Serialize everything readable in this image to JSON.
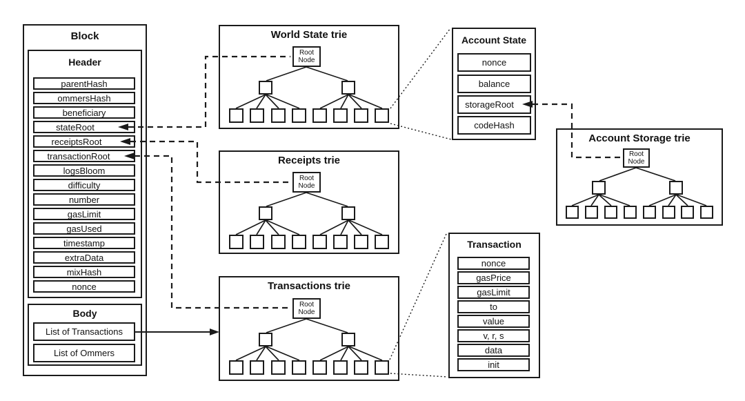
{
  "block": {
    "title": "Block",
    "header": {
      "title": "Header",
      "fields": [
        "parentHash",
        "ommersHash",
        "beneficiary",
        "stateRoot",
        "receiptsRoot",
        "transactionRoot",
        "logsBloom",
        "difficulty",
        "number",
        "gasLimit",
        "gasUsed",
        "timestamp",
        "extraData",
        "mixHash",
        "nonce"
      ]
    },
    "body": {
      "title": "Body",
      "items": [
        "List of Transactions",
        "List of Ommers"
      ]
    }
  },
  "tries": {
    "world_state": {
      "title": "World State trie",
      "root_label": "Root Node"
    },
    "receipts": {
      "title": "Receipts trie",
      "root_label": "Root Node"
    },
    "transactions": {
      "title": "Transactions trie",
      "root_label": "Root Node"
    },
    "account_storage": {
      "title": "Account Storage trie",
      "root_label": "Root Node"
    }
  },
  "account_state": {
    "title": "Account State",
    "fields": [
      "nonce",
      "balance",
      "storageRoot",
      "codeHash"
    ]
  },
  "transaction": {
    "title": "Transaction",
    "fields": [
      "nonce",
      "gasPrice",
      "gasLimit",
      "to",
      "value",
      "v, r, s",
      "data",
      "init"
    ]
  },
  "connections": [
    {
      "from": "World State trie Root Node",
      "to": "Header stateRoot",
      "style": "dashed-arrow"
    },
    {
      "from": "Receipts trie Root Node",
      "to": "Header receiptsRoot",
      "style": "dashed-arrow"
    },
    {
      "from": "Transactions trie Root Node",
      "to": "Header transactionRoot",
      "style": "dashed-arrow"
    },
    {
      "from": "Account Storage trie Root Node",
      "to": "Account State storageRoot",
      "style": "dashed-arrow"
    },
    {
      "from": "Body List of Transactions",
      "to": "Transactions trie",
      "style": "solid-arrow"
    },
    {
      "from": "World State trie leaf",
      "to": "Account State",
      "style": "dotted-expansion"
    },
    {
      "from": "Transactions trie leaf",
      "to": "Transaction",
      "style": "dotted-expansion"
    }
  ],
  "colors": {
    "line": "#1a1a1a",
    "background": "#ffffff"
  }
}
